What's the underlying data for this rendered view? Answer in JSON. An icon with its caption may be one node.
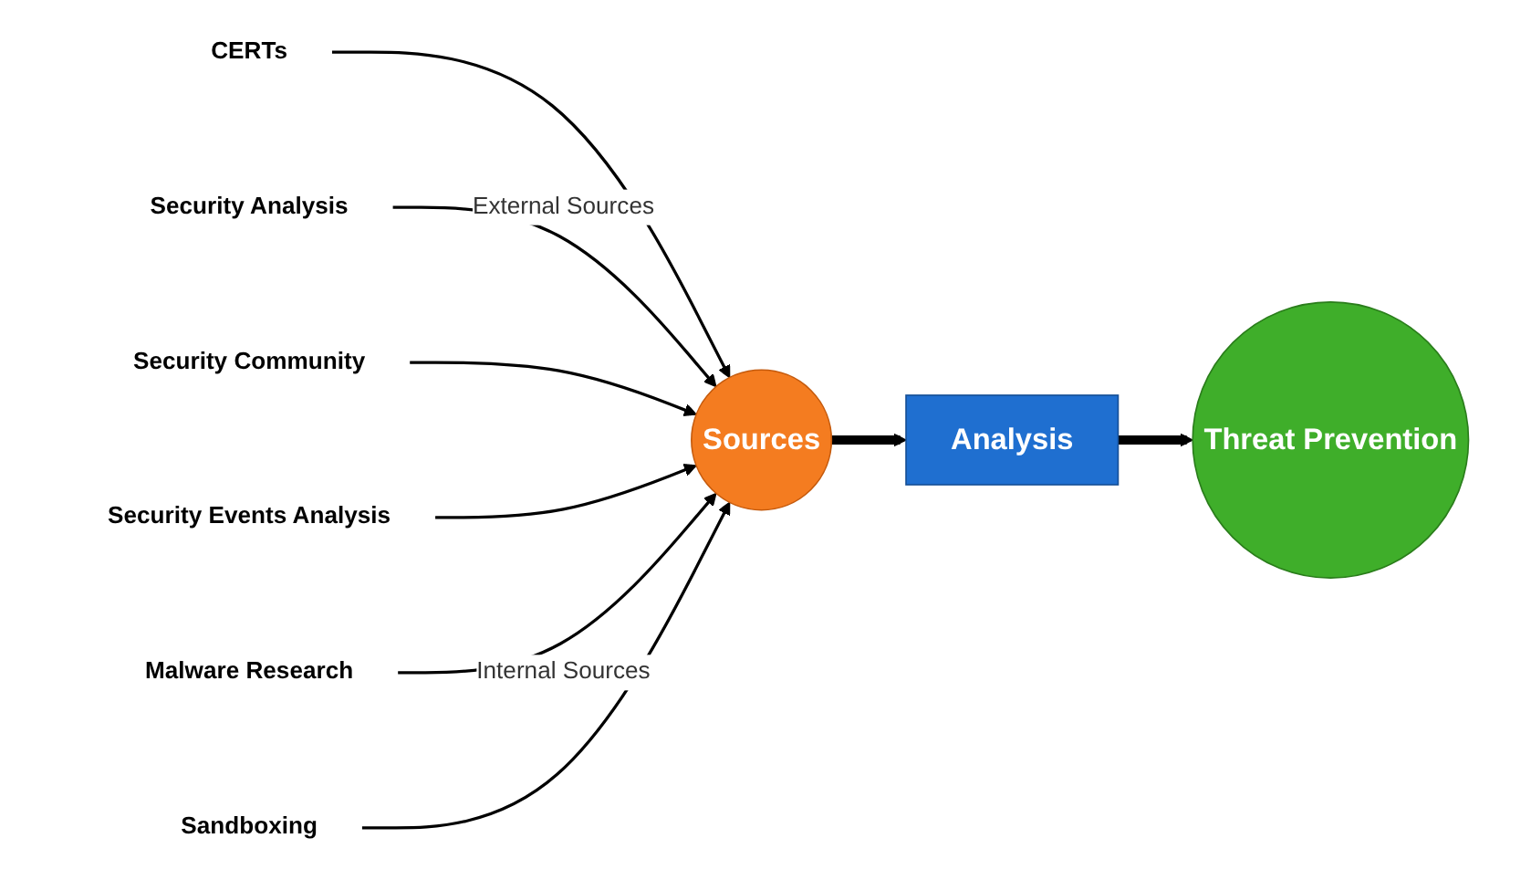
{
  "diagram": {
    "nodes": [
      {
        "text": [
          "CERTs"
        ]
      },
      {
        "text": [
          "Security Analysis"
        ]
      },
      {
        "text": [
          "Security Community"
        ]
      },
      {
        "text": [
          "Sources"
        ]
      },
      {
        "text": [
          "Analysis"
        ]
      },
      {
        "text": [
          "Threat Prevention"
        ]
      },
      {
        "text": [
          "Security Events Analysis"
        ]
      },
      {
        "text": [
          "Malware Research"
        ]
      },
      {
        "text": [
          "Sandboxing"
        ]
      }
    ],
    "edges": [
      {
        "from": 0,
        "to": 3,
        "arrow": "to"
      },
      {
        "from": 1,
        "to": 3,
        "arrow": "to",
        "label": "External Sources"
      },
      {
        "from": 2,
        "to": 3,
        "arrow": "to"
      },
      {
        "from": 6,
        "to": 3,
        "arrow": "to"
      },
      {
        "from": 7,
        "to": 3,
        "arrow": "to",
        "label": "Internal Sources"
      },
      {
        "from": 8,
        "to": 3,
        "arrow": "to"
      },
      {
        "from": 3,
        "to": 4,
        "arrow": "to",
        "style": "thick"
      },
      {
        "from": 4,
        "to": 5,
        "arrow": "to",
        "style": "thick"
      }
    ]
  }
}
